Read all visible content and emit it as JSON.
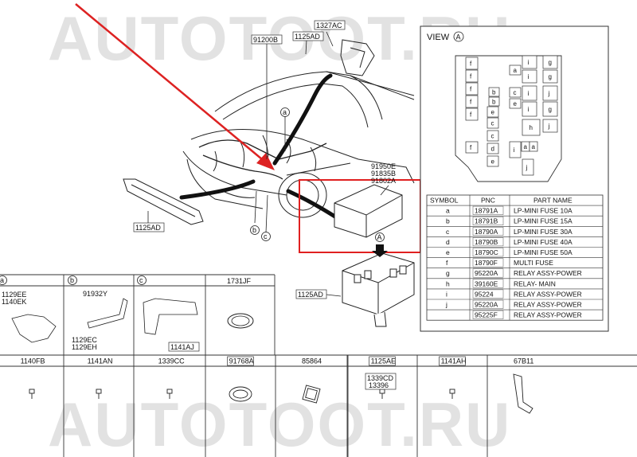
{
  "watermark": {
    "top": "AUTOTOOT.RU",
    "bottom": "AUTOTOOT.RU"
  },
  "callouts": {
    "c1327AC": "1327AC",
    "c1125AD_top": "1125AD",
    "c91200B": "91200B",
    "c91950E": "91950E",
    "c91835B": "91835B",
    "c91802A": "91802A",
    "c1125AD_left": "1125AD",
    "c1125AD_box": "1125AD",
    "ref_a": "a",
    "ref_b": "b",
    "ref_c": "c",
    "ref_A": "A"
  },
  "view": {
    "title": "VIEW",
    "marker": "A",
    "fuse_labels": [
      "f",
      "f",
      "f",
      "f",
      "f",
      "e",
      "f",
      "a",
      "b",
      "b",
      "c",
      "c",
      "e",
      "c",
      "d",
      "i",
      "a",
      "a",
      "e",
      "i",
      "i",
      "i",
      "i",
      "h",
      "j",
      "g",
      "g",
      "j",
      "g",
      "j"
    ]
  },
  "parts_table": {
    "headers": [
      "SYMBOL",
      "PNC",
      "PART NAME"
    ],
    "rows": [
      {
        "symbol": "a",
        "pnc": "18791A",
        "name": "LP-MINI FUSE 10A"
      },
      {
        "symbol": "b",
        "pnc": "18791B",
        "name": "LP-MINI FUSE 15A"
      },
      {
        "symbol": "c",
        "pnc": "18790A",
        "name": "LP-MINI FUSE 30A"
      },
      {
        "symbol": "d",
        "pnc": "18790B",
        "name": "LP-MINI FUSE 40A"
      },
      {
        "symbol": "e",
        "pnc": "18790C",
        "name": "LP-MINI FUSE 50A"
      },
      {
        "symbol": "f",
        "pnc": "18790F",
        "name": "MULTI FUSE"
      },
      {
        "symbol": "g",
        "pnc": "95220A",
        "name": "RELAY ASSY-POWER"
      },
      {
        "symbol": "h",
        "pnc": "39160E",
        "name": "RELAY- MAIN"
      },
      {
        "symbol": "i",
        "pnc": "95224",
        "name": "RELAY ASSY-POWER"
      },
      {
        "symbol": "j",
        "pnc": "95220A",
        "name": "RELAY ASSY-POWER"
      },
      {
        "symbol": "",
        "pnc": "95225F",
        "name": "RELAY ASSY-POWER"
      }
    ]
  },
  "detail_row": {
    "a": {
      "marker": "a",
      "labels": [
        "1129EE",
        "1140EK"
      ]
    },
    "b": {
      "marker": "b",
      "labels": [
        "91932Y",
        "1129EC",
        "1129EH"
      ]
    },
    "c": {
      "marker": "c",
      "labels": [
        "1141AJ"
      ]
    },
    "d": {
      "label": "1731JF"
    }
  },
  "bottom_row": [
    "1140FB",
    "1141AN",
    "1339CC",
    "91768A",
    "85864",
    "1125AE",
    "1141AH",
    "67B11"
  ],
  "bottom_extra": {
    "top": "1339CD",
    "bottom": "13396"
  }
}
